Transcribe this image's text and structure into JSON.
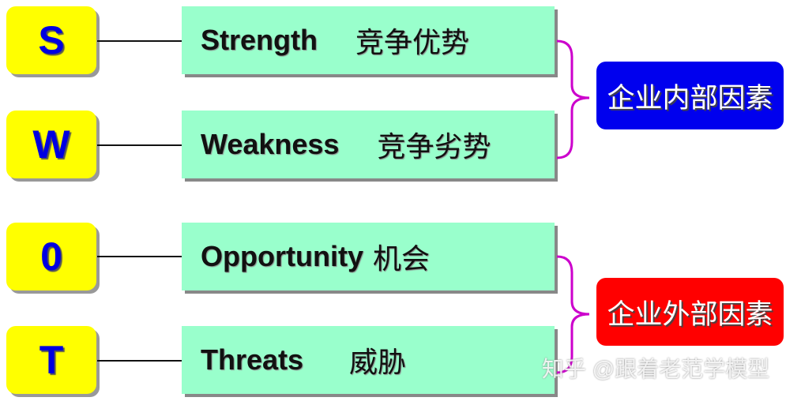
{
  "rows": [
    {
      "letter": "S",
      "en": "Strength",
      "cn": "竞争优势"
    },
    {
      "letter": "W",
      "en": "Weakness",
      "cn": "竞争劣势"
    },
    {
      "letter": "0",
      "en": "Opportunity",
      "cn": "机会"
    },
    {
      "letter": "T",
      "en": "Threats",
      "cn": "威胁"
    }
  ],
  "groups": {
    "internal": {
      "label": "企业内部因素",
      "color": "#0000ee"
    },
    "external": {
      "label": "企业外部因素",
      "color": "#ff0000"
    }
  },
  "colors": {
    "letter_bg": "#ffff00",
    "letter_text": "#0000e0",
    "item_bg": "#99ffcc",
    "brace": "#cc00cc"
  },
  "watermark": "知乎 @跟着老范学模型"
}
